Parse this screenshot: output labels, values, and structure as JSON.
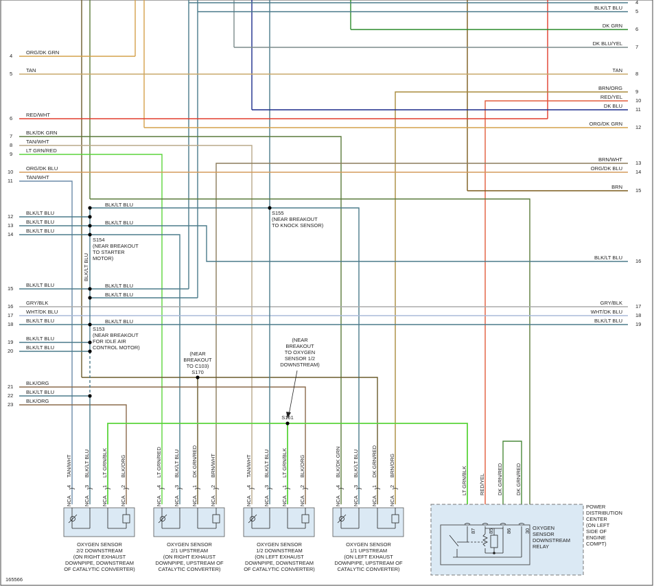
{
  "colors": {
    "org_dk_grn": "#d4a04a",
    "tan": "#c8a86a",
    "red": "#e23b2b",
    "blk_dk_grn": "#5a7a3a",
    "tan_wht": "#b8a888",
    "lt_grn_red": "#5ad43a",
    "org_dk_blu": "#d49a5a",
    "tan_wht_b": "#6a8aa8",
    "blk_lt_blu": "#4a7a8a",
    "gry_blk": "#aaaaaa",
    "wht_dk_blu": "#a8b8d8",
    "blk_org": "#8a6a4a",
    "dk_grn": "#2a8a2a",
    "dk_blu_yel": "#7a8a8a",
    "dk_blu": "#1a2a8a",
    "brn_org": "#a88a3a",
    "red_yel": "#e25a3a",
    "brn_wht": "#8a7a5a",
    "brn": "#7a5a1a",
    "lt_grn_blk": "#5ad43a",
    "dk_grn_red": "#4a8a3a",
    "brn_wht_v": "#8a6a3a"
  },
  "left_wires": [
    {
      "num": "4",
      "label": "ORG/DK GRN"
    },
    {
      "num": "5",
      "label": "TAN"
    },
    {
      "num": "6",
      "label": "RED/WHT"
    },
    {
      "num": "7",
      "label": "BLK/DK GRN"
    },
    {
      "num": "8",
      "label": "TAN/WHT"
    },
    {
      "num": "9",
      "label": "LT GRN/RED"
    },
    {
      "num": "10",
      "label": "ORG/DK BLU"
    },
    {
      "num": "11",
      "label": "TAN/WHT"
    },
    {
      "num": "12",
      "label": "BLK/LT BLU"
    },
    {
      "num": "13",
      "label": "BLK/LT BLU"
    },
    {
      "num": "14",
      "label": "BLK/LT BLU"
    },
    {
      "num": "15",
      "label": "BLK/LT BLU"
    },
    {
      "num": "16",
      "label": "GRY/BLK"
    },
    {
      "num": "17",
      "label": "WHT/DK BLU"
    },
    {
      "num": "18",
      "label": "BLK/LT BLU"
    },
    {
      "num": "19",
      "label": "BLK/LT BLU"
    },
    {
      "num": "20",
      "label": "BLK/LT BLU"
    },
    {
      "num": "21",
      "label": "BLK/ORG"
    },
    {
      "num": "22",
      "label": "BLK/LT BLU"
    },
    {
      "num": "23",
      "label": "BLK/ORG"
    }
  ],
  "right_wires": [
    {
      "num": "4",
      "label": ""
    },
    {
      "num": "5",
      "label": "BLK/LT BLU"
    },
    {
      "num": "6",
      "label": "DK GRN"
    },
    {
      "num": "7",
      "label": "DK BLU/YEL"
    },
    {
      "num": "8",
      "label": "TAN"
    },
    {
      "num": "9",
      "label": "BRN/ORG"
    },
    {
      "num": "10",
      "label": "RED/YEL"
    },
    {
      "num": "11",
      "label": "DK BLU"
    },
    {
      "num": "12",
      "label": "ORG/DK GRN"
    },
    {
      "num": "13",
      "label": "BRN/WHT"
    },
    {
      "num": "14",
      "label": "ORG/DK BLU"
    },
    {
      "num": "15",
      "label": "BRN"
    },
    {
      "num": "16",
      "label": "BLK/LT BLU"
    },
    {
      "num": "17",
      "label": "GRY/BLK"
    },
    {
      "num": "18",
      "label": "WHT/DK BLU"
    },
    {
      "num": "19",
      "label": "BLK/LT BLU"
    }
  ],
  "splice_labels": {
    "blk_lt_blu_1": "BLK/LT BLU",
    "blk_lt_blu_2": "BLK/LT BLU",
    "blk_lt_blu_3": "BLK/LT BLU",
    "blk_lt_blu_4": "BLK/LT BLU",
    "blk_lt_blu_5": "BLK/LT BLU",
    "vertical_blk_lt_blu": "BLK/LT BLU",
    "s155_id": "S155",
    "s155_desc1": "(NEAR BREAKOUT",
    "s155_desc2": "TO KNOCK SENSOR)",
    "s154_id": "S154",
    "s154_desc1": "(NEAR BREAKOUT",
    "s154_desc2": "TO STARTER",
    "s154_desc3": "MOTOR)",
    "s153_id": "S153",
    "s153_desc1": "(NEAR BREAKOUT",
    "s153_desc2": "FOR IDLE AIR",
    "s153_desc3": "CONTROL MOTOR)",
    "s170_desc1": "(NEAR",
    "s170_desc2": "BREAKOUT",
    "s170_desc3": "TO C103)",
    "s170_id": "S170",
    "s161_desc1": "(NEAR",
    "s161_desc2": "BREAKOUT",
    "s161_desc3": "TO OXYGEN",
    "s161_desc4": "SENSOR 1/2",
    "s161_desc5": "DOWNSTREAM)",
    "s161_id": "S161"
  },
  "sensors": [
    {
      "pins": [
        {
          "n": "4",
          "c": "NCA",
          "w": "TAN/WHT"
        },
        {
          "n": "3",
          "c": "NCA",
          "w": "BLK/LT BLU"
        },
        {
          "n": "1",
          "c": "NCA",
          "w": "LT GRN/BLK"
        },
        {
          "n": "2",
          "c": "NCA",
          "w": "BLK/ORG"
        }
      ],
      "caption": [
        "OXYGEN SENSOR",
        "2/2 DOWNSTREAM",
        "(ON RIGHT EXHAUST",
        "DOWNPIPE, DOWNSTREAM",
        "OF CATALYTIC CONVERTER)"
      ]
    },
    {
      "pins": [
        {
          "n": "4",
          "c": "NCA",
          "w": "LT GRN/RED"
        },
        {
          "n": "3",
          "c": "NCA",
          "w": "BLK/LT BLU"
        },
        {
          "n": "1",
          "c": "NCA",
          "w": "DK GRN/RED"
        },
        {
          "n": "2",
          "c": "NCA",
          "w": "BRN/WHT"
        }
      ],
      "caption": [
        "OXYGEN SENSOR",
        "2/1 UPSTREAM",
        "(ON RIGHT EXHAUST",
        "DOWNPIPE, UPSTREAM OF",
        "CATALYTIC CONVERTER)"
      ]
    },
    {
      "pins": [
        {
          "n": "4",
          "c": "NCA",
          "w": "TAN/WHT"
        },
        {
          "n": "3",
          "c": "NCA",
          "w": "BLK/LT BLU"
        },
        {
          "n": "1",
          "c": "NCA",
          "w": "LT GRN/BLK"
        },
        {
          "n": "2",
          "c": "NCA",
          "w": "BLK/ORG"
        }
      ],
      "caption": [
        "OXYGEN SENSOR",
        "1/2 DOWNSTREAM",
        "(ON LEFT EXHAUST",
        "DOWNPIPE, DOWNSTREAM",
        "OF CATALYTIC CONVERTER)"
      ]
    },
    {
      "pins": [
        {
          "n": "4",
          "c": "NCA",
          "w": "BLK/DK GRN"
        },
        {
          "n": "3",
          "c": "NCA",
          "w": "BLK/LT BLU"
        },
        {
          "n": "1",
          "c": "NCA",
          "w": "DK GRN/RED"
        },
        {
          "n": "2",
          "c": "NCA",
          "w": "BRN/ORG"
        }
      ],
      "caption": [
        "OXYGEN SENSOR",
        "1/1 UPSTREAM",
        "(ON LEFT EXHAUST",
        "DOWNPIPE, UPSTREAM OF",
        "CATALYTIC CONVERTER)"
      ]
    }
  ],
  "relay": {
    "wires": [
      "LT GRN/BLK",
      "RED/YEL",
      "DK GRN/RED",
      "DK GRN/RED"
    ],
    "pins": [
      "87",
      "85",
      "86",
      "30"
    ],
    "name": [
      "OXYGEN",
      "SENSOR",
      "DOWNSTREAM",
      "RELAY"
    ],
    "pdc": [
      "POWER",
      "DISTRIBUTION",
      "CENTER",
      "(ON LEFT",
      "SIDE OF",
      "ENGINE",
      "COMPT)"
    ]
  },
  "figure_id": "165566"
}
